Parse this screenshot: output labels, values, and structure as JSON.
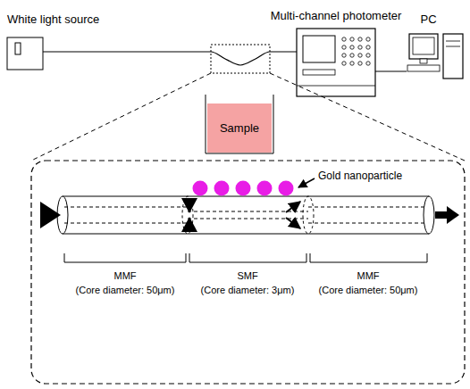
{
  "diagram": {
    "nodes": [
      {
        "text": [
          "White light source"
        ]
      },
      {
        "text": [
          "Multi-channel photometer"
        ]
      },
      {
        "text": [
          "PC"
        ]
      },
      {
        "text": [
          "Sample"
        ]
      }
    ],
    "edges": [
      {
        "from": 0,
        "to": 1,
        "arrow": "none"
      },
      {
        "from": 1,
        "to": 2,
        "arrow": "none"
      }
    ],
    "labels": [
      "Gold nanoparticle",
      "MMF",
      "(Core diameter: 50μm)",
      "SMF",
      "(Core diameter: 3μm)",
      "MMF",
      "(Core diameter: 50μm)"
    ]
  }
}
